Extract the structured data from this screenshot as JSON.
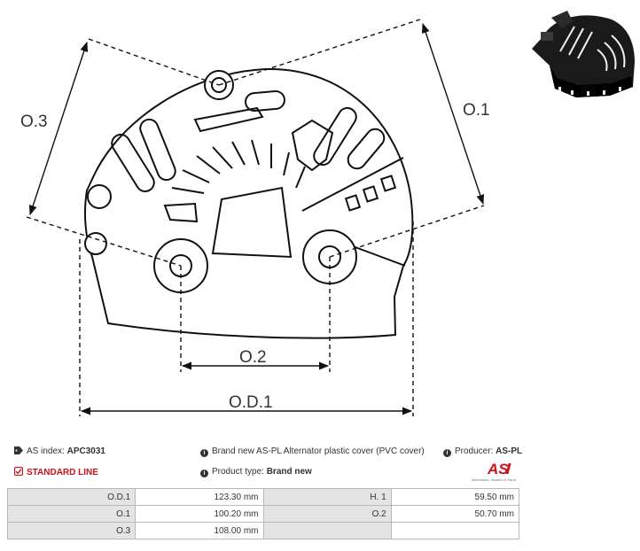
{
  "dimensions": {
    "od1": "O.D.1",
    "o1": "O.1",
    "o2": "O.2",
    "o3": "O.3"
  },
  "info": {
    "index_label": "AS index:",
    "index_value": "APC3031",
    "line_label": "STANDARD LINE",
    "description": "Brand new AS-PL Alternator plastic cover (PVC cover)",
    "product_type_label": "Product type:",
    "product_type_value": "Brand new",
    "producer_label": "Producer:",
    "producer_value": "AS-PL"
  },
  "logo": {
    "mark": "AS",
    "tagline": "Alternators, Starters & Parts"
  },
  "specs": [
    [
      {
        "k": "O.D.1",
        "v": "123.30 mm"
      },
      {
        "k": "H. 1",
        "v": "59.50 mm"
      }
    ],
    [
      {
        "k": "O.1",
        "v": "100.20 mm"
      },
      {
        "k": "O.2",
        "v": "50.70 mm"
      }
    ],
    [
      {
        "k": "O.3",
        "v": "108.00 mm"
      },
      {
        "k": "",
        "v": ""
      }
    ]
  ],
  "colors": {
    "accent_red": "#d0101b",
    "table_header_bg": "#e4e4e4",
    "line": "#111111"
  }
}
